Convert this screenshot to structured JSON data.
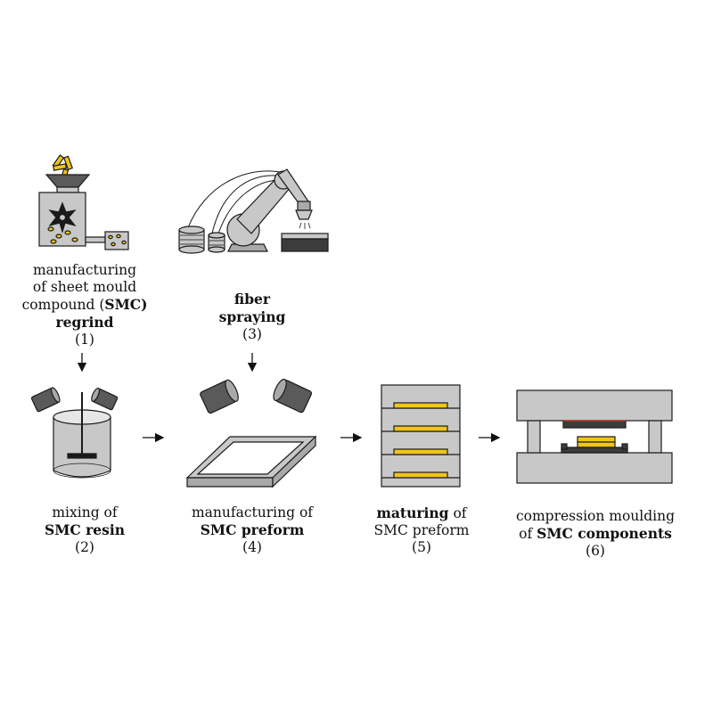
{
  "colors": {
    "gray_light": "#c8c8c8",
    "gray_mid": "#a9a9a9",
    "gray_dark": "#5a5a5a",
    "gray_black": "#3c3c3c",
    "yellow": "#f0c419",
    "outline": "#1a1a1a"
  },
  "steps": [
    {
      "id": 1,
      "icon": "grinder-icon",
      "lines": [
        {
          "parts": [
            {
              "text": "manufacturing",
              "bold": false
            }
          ]
        },
        {
          "parts": [
            {
              "text": "of sheet mould",
              "bold": false
            }
          ]
        },
        {
          "parts": [
            {
              "text": "compound (",
              "bold": false
            },
            {
              "text": "SMC)",
              "bold": true
            }
          ]
        },
        {
          "parts": [
            {
              "text": "regrind",
              "bold": true
            }
          ]
        },
        {
          "parts": [
            {
              "text": "(1)",
              "bold": false
            }
          ]
        }
      ]
    },
    {
      "id": 2,
      "icon": "mixing-tank-icon",
      "lines": [
        {
          "parts": [
            {
              "text": "mixing of",
              "bold": false
            }
          ]
        },
        {
          "parts": [
            {
              "text": "SMC resin",
              "bold": true
            }
          ]
        },
        {
          "parts": [
            {
              "text": "(2)",
              "bold": false
            }
          ]
        }
      ]
    },
    {
      "id": 3,
      "icon": "robot-arm-icon",
      "lines": [
        {
          "parts": [
            {
              "text": "fiber",
              "bold": true
            }
          ]
        },
        {
          "parts": [
            {
              "text": "spraying",
              "bold": true
            }
          ]
        },
        {
          "parts": [
            {
              "text": "(3)",
              "bold": false
            }
          ]
        }
      ]
    },
    {
      "id": 4,
      "icon": "preform-frame-icon",
      "lines": [
        {
          "parts": [
            {
              "text": "manufacturing of",
              "bold": false
            }
          ]
        },
        {
          "parts": [
            {
              "text": "SMC preform",
              "bold": true
            }
          ]
        },
        {
          "parts": [
            {
              "text": "(4)",
              "bold": false
            }
          ]
        }
      ]
    },
    {
      "id": 5,
      "icon": "maturing-rack-icon",
      "lines": [
        {
          "parts": [
            {
              "text": "maturing",
              "bold": true
            },
            {
              "text": " of",
              "bold": false
            }
          ]
        },
        {
          "parts": [
            {
              "text": "SMC preform",
              "bold": false
            }
          ]
        },
        {
          "parts": [
            {
              "text": "(5)",
              "bold": false
            }
          ]
        }
      ]
    },
    {
      "id": 6,
      "icon": "press-icon",
      "lines": [
        {
          "parts": [
            {
              "text": "compression moulding",
              "bold": false
            }
          ]
        },
        {
          "parts": [
            {
              "text": "of ",
              "bold": false
            },
            {
              "text": "SMC components",
              "bold": true
            }
          ]
        },
        {
          "parts": [
            {
              "text": "(6)",
              "bold": false
            }
          ]
        }
      ]
    }
  ]
}
